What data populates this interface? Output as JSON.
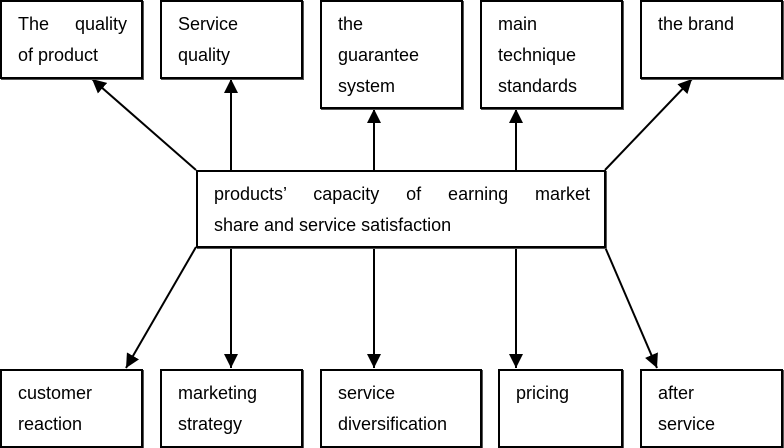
{
  "center": {
    "line1": "products’ capacity of earning market",
    "line2": "share and service satisfaction"
  },
  "top_boxes": [
    {
      "lines": [
        "The   quality",
        "of product"
      ]
    },
    {
      "lines": [
        "Service",
        "quality"
      ]
    },
    {
      "lines": [
        "the",
        "guarantee",
        "system"
      ]
    },
    {
      "lines": [
        "main",
        "technique",
        "standards"
      ]
    },
    {
      "lines": [
        "the brand"
      ]
    }
  ],
  "bottom_boxes": [
    {
      "lines": [
        "customer",
        "reaction"
      ]
    },
    {
      "lines": [
        "marketing",
        "strategy"
      ]
    },
    {
      "lines": [
        "service",
        "diversification"
      ]
    },
    {
      "lines": [
        "pricing"
      ]
    },
    {
      "lines": [
        "after",
        "service"
      ]
    }
  ]
}
